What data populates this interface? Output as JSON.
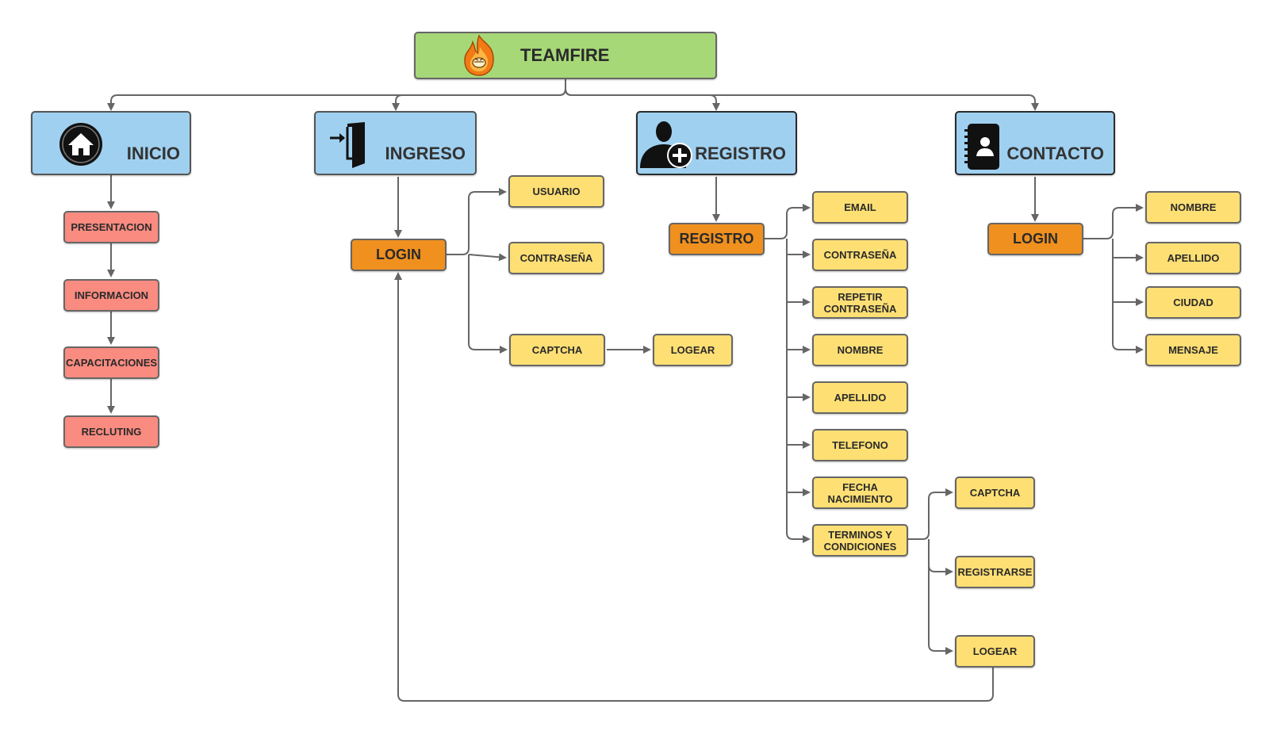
{
  "root": {
    "label": "TEAMFIRE"
  },
  "sections": {
    "inicio": "INICIO",
    "ingreso": "INGRESO",
    "registro": "REGISTRO",
    "contacto": "CONTACTO"
  },
  "inicio_items": [
    "PRESENTACION",
    "INFORMACION",
    "CAPACITACIONES",
    "RECLUTING"
  ],
  "ingreso": {
    "login": "LOGIN",
    "fields": [
      "USUARIO",
      "CONTRASEÑA",
      "CAPTCHA"
    ],
    "logear": "LOGEAR"
  },
  "registro": {
    "node": "REGISTRO",
    "fields": [
      "EMAIL",
      "CONTRASEÑA",
      "REPETIR CONTRASEÑA",
      "NOMBRE",
      "APELLIDO",
      "TELEFONO",
      "FECHA NACIMIENTO",
      "TERMINOS Y CONDICIONES"
    ],
    "after_terms": [
      "CAPTCHA",
      "REGISTRARSE",
      "LOGEAR"
    ]
  },
  "contacto": {
    "login": "LOGIN",
    "fields": [
      "NOMBRE",
      "APELLIDO",
      "CIUDAD",
      "MENSAJE"
    ]
  },
  "icons": [
    "fire-logo-icon",
    "home-icon",
    "door-enter-icon",
    "user-add-icon",
    "contact-book-icon"
  ],
  "colors": {
    "root": "#a6d877",
    "section": "#9fd0f0",
    "pink": "#f98b80",
    "orange": "#f0901f",
    "yellow": "#fedf74",
    "line": "#666666"
  }
}
